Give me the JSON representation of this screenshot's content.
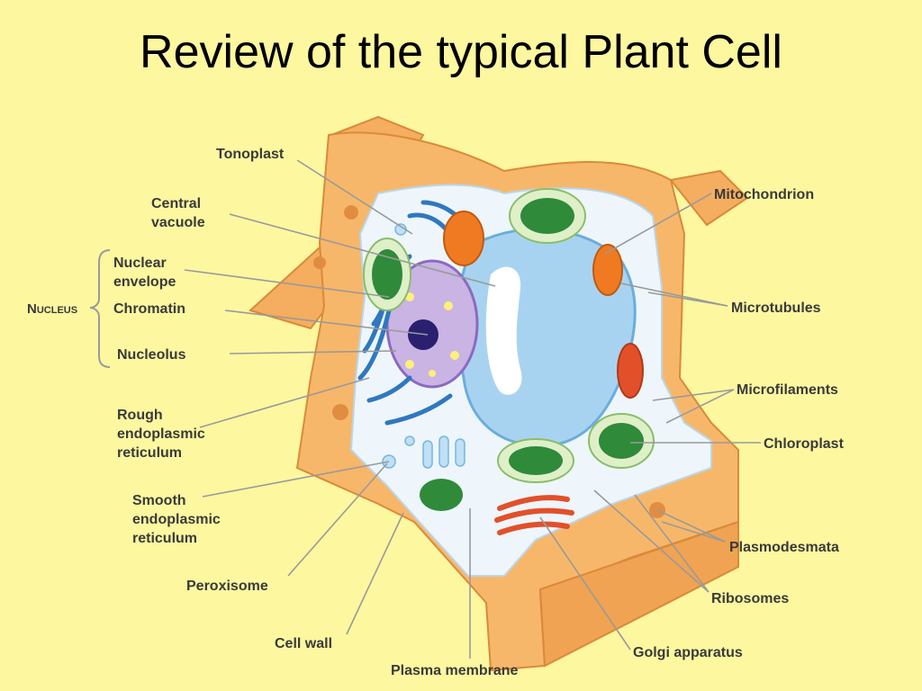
{
  "title": "Review of the typical Plant Cell",
  "labels": {
    "tonoplast": "Tonoplast",
    "central_vacuole": [
      "Central",
      "vacuole"
    ],
    "nuclear_envelope": [
      "Nuclear",
      "envelope"
    ],
    "chromatin": "Chromatin",
    "nucleolus": "Nucleolus",
    "nucleus_group": {
      "first": "N",
      "rest": "UCLEUS"
    },
    "rough_er": [
      "Rough",
      "endoplasmic",
      "reticulum"
    ],
    "smooth_er": [
      "Smooth",
      "endoplasmic",
      "reticulum"
    ],
    "peroxisome": "Peroxisome",
    "cell_wall": "Cell wall",
    "plasma_membrane": "Plasma membrane",
    "golgi": "Golgi apparatus",
    "ribosomes": "Ribosomes",
    "plasmodesmata": "Plasmodesmata",
    "chloroplast": "Chloroplast",
    "microfilaments": "Microfilaments",
    "microtubules": "Microtubules",
    "mitochondrion": "Mitochondrion"
  },
  "colors": {
    "background": "#fdf7a0",
    "cell_wall": "#f7b76a",
    "cytoplasm": "#eef6fb",
    "vacuole": "#a8d3f0",
    "nucleus": "#c9b4e4",
    "chloroplast": "#2f8a3a",
    "mitochondrion": "#f07a22",
    "er": "#2f78c0",
    "leader": "#9a9a9a"
  }
}
